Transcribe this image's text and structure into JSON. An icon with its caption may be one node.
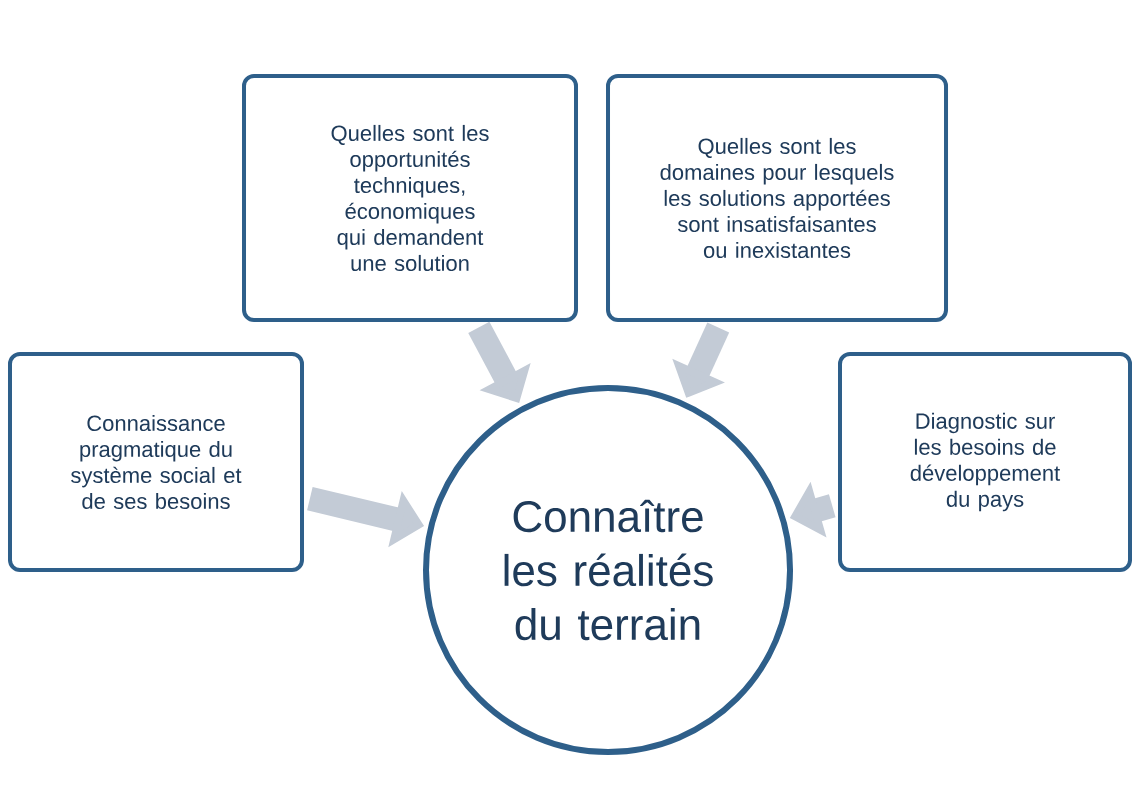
{
  "diagram": {
    "nodes": [
      {
        "text": [
          "Quelles sont les opportunités techniques, économiques qui demandent une solution"
        ]
      },
      {
        "text": [
          "Quelles sont les domaines pour lesquels les solutions apportées sont insatisfaisantes ou inexistantes"
        ]
      },
      {
        "text": [
          "Connaissance pragmatique du système social et de ses besoins"
        ]
      },
      {
        "text": [
          "Diagnostic sur les besoins de développement du pays"
        ]
      },
      {
        "text": [
          "Connaître les réalités du terrain"
        ]
      }
    ],
    "edges": [
      {
        "from": 0,
        "to": 4,
        "arrow": "to"
      },
      {
        "from": 1,
        "to": 4,
        "arrow": "to"
      },
      {
        "from": 2,
        "to": 4,
        "arrow": "to"
      },
      {
        "from": 3,
        "to": 4,
        "arrow": "to"
      }
    ]
  }
}
